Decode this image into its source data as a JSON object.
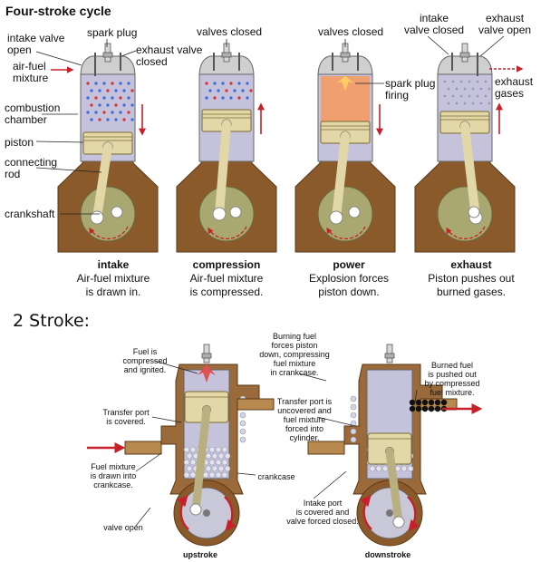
{
  "four_stroke": {
    "title": "Four-stroke cycle",
    "labels": {
      "intake_valve_open": "intake valve\nopen",
      "spark_plug": "spark plug",
      "exhaust_valve_closed": "exhaust valve\nclosed",
      "air_fuel_mixture": "air-fuel\nmixture",
      "combustion_chamber": "combustion\nchamber",
      "piston": "piston",
      "connecting_rod": "connecting\nrod",
      "crankshaft": "crankshaft",
      "valves_closed_1": "valves closed",
      "valves_closed_2": "valves closed",
      "spark_plug_firing": "spark plug\nfiring",
      "intake_valve_closed": "intake\nvalve closed",
      "exhaust_valve_open": "exhaust\nvalve open",
      "exhaust_gases": "exhaust\ngases"
    },
    "stages": [
      {
        "name": "intake",
        "desc": "Air-fuel mixture\nis drawn in."
      },
      {
        "name": "compression",
        "desc": "Air-fuel mixture\nis compressed."
      },
      {
        "name": "power",
        "desc": "Explosion forces\npiston down."
      },
      {
        "name": "exhaust",
        "desc": "Piston pushes out\nburned gases."
      }
    ]
  },
  "two_stroke": {
    "title": "2 Stroke:",
    "labels": {
      "fuel_compressed": "Fuel is\ncompressed\nand ignited.",
      "transfer_covered": "Transfer port\nis covered.",
      "fuel_drawn": "Fuel mixture\nis drawn into\ncrankcase.",
      "valve_open": "valve open",
      "crankcase": "crankcase",
      "burning_fuel": "Burning fuel\nforces piston\ndown, compressing\nfuel mixture\nin crankcase.",
      "transfer_uncovered": "Transfer port is\nuncovered and\nfuel mixture\nforced into\ncylinder.",
      "intake_covered": "Intake port\nis covered and\nvalve forced closed.",
      "burned_fuel": "Burned fuel\nis pushed out\nby compressed\nfuel mixture."
    },
    "stages": [
      {
        "name": "upstroke"
      },
      {
        "name": "downstroke"
      }
    ]
  },
  "colors": {
    "block": "#8b5a2b",
    "cylinder": "#c5c2dc",
    "metal": "#e2d7a6",
    "arrow": "#c8202a",
    "flame": "#f0a070"
  }
}
